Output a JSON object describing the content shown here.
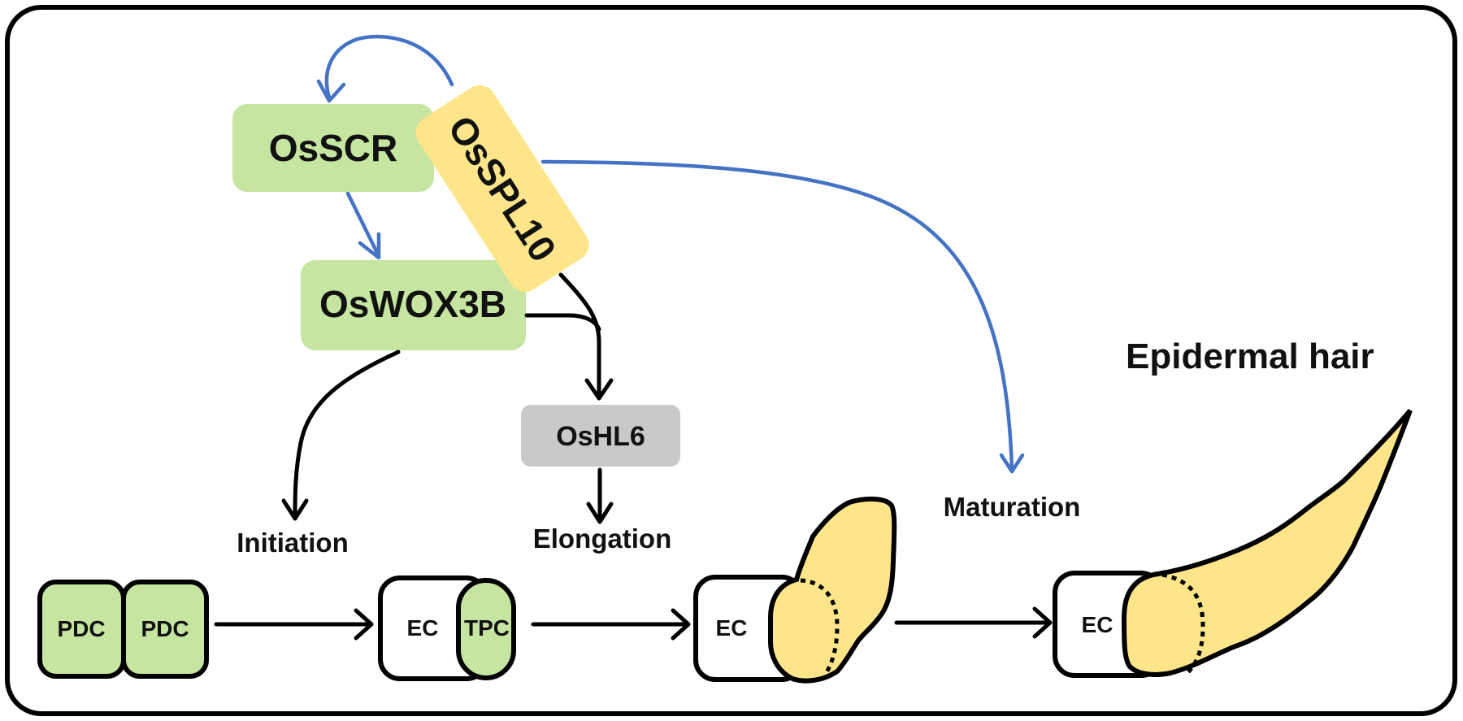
{
  "colors": {
    "green_box": "#c5e5a1",
    "yellow_box": "#ffe58a",
    "gray_box": "#c9c9c9",
    "blue_arrow": "#4472c4",
    "black_arrow": "#000000",
    "hair_fill": "#ffe58a",
    "cell_white": "#ffffff"
  },
  "genes": {
    "osscr": "OsSCR",
    "osspl10": "OsSPL10",
    "oswox3b": "OsWOX3B",
    "oshl6": "OsHL6"
  },
  "stages": {
    "initiation": "Initiation",
    "elongation": "Elongation",
    "maturation": "Maturation"
  },
  "title": "Epidermal hair",
  "cells": {
    "pdc_left": "PDC",
    "pdc_right": "PDC",
    "ec_stage1": "EC",
    "tpc": "TPC",
    "ec_stage2": "EC",
    "ec_stage3": "EC"
  },
  "edges": [
    {
      "from": "OsSPL10",
      "to": "OsSCR",
      "type": "blue"
    },
    {
      "from": "OsSCR",
      "to": "OsWOX3B",
      "type": "blue"
    },
    {
      "from": "OsSPL10",
      "to": "Maturation",
      "type": "blue"
    },
    {
      "from": "OsWOX3B",
      "to": "Initiation",
      "type": "black"
    },
    {
      "from": "OsWOX3B + OsSPL10",
      "to": "OsHL6",
      "type": "black"
    },
    {
      "from": "OsHL6",
      "to": "Elongation",
      "type": "black"
    },
    {
      "from": "PDC pair",
      "to": "EC/TPC",
      "type": "black"
    },
    {
      "from": "EC/TPC",
      "to": "EC + short hair",
      "type": "black"
    },
    {
      "from": "EC + short hair",
      "to": "EC + epidermal hair",
      "type": "black"
    }
  ]
}
